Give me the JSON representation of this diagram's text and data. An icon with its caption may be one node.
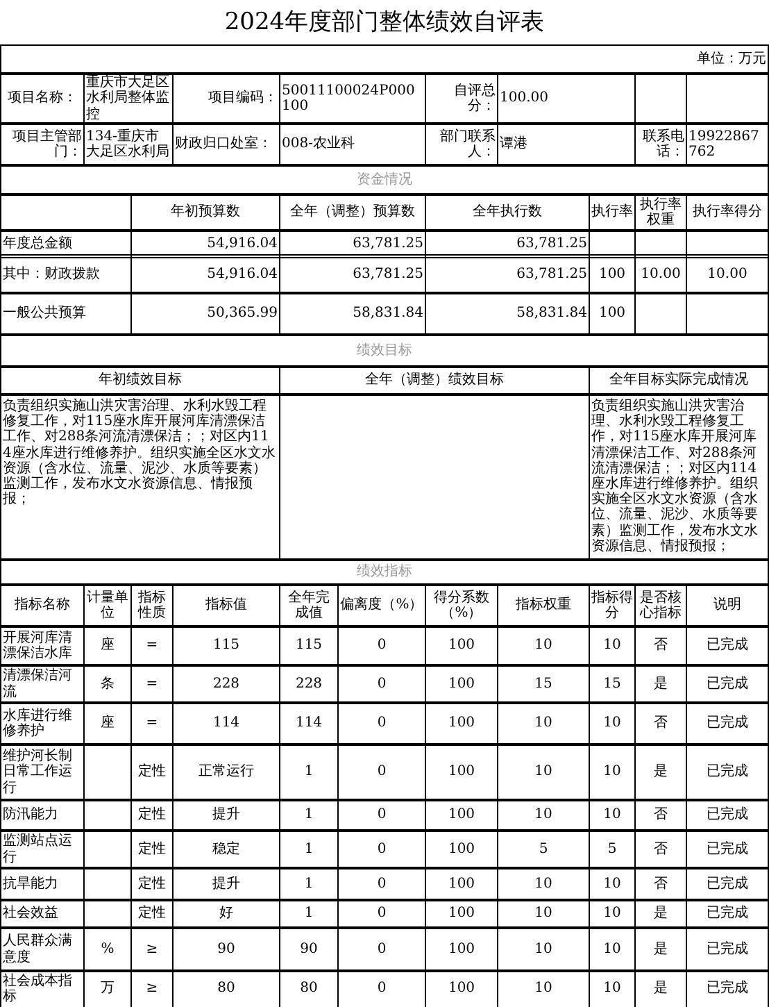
{
  "diagram": {
    "title": "2024年度部门整体绩效自评表",
    "labels": [
      "单位：万元",
      "项目名称：",
      "重庆市大足区水利局整体监控",
      "项目编码：",
      "50011100024P000100",
      "自评总分：",
      "100.00",
      "项目主管部门：",
      "134-重庆市大足区水利局",
      "财政归口处室：",
      "008-农业科",
      "部门联系人：",
      "谭港",
      "联系电话：",
      "19922867762",
      "资金情况",
      "年初预算数",
      "全年（调整）预算数",
      "全年执行数",
      "执行率",
      "执行率权重",
      "执行率得分",
      "年度总金额",
      "54,916.04",
      "63,781.25",
      "63,781.25",
      "其中：财政拨款",
      "54,916.04",
      "63,781.25",
      "63,781.25",
      "100",
      "10.00",
      "10.00",
      "一般公共预算",
      "50,365.99",
      "58,831.84",
      "58,831.84",
      "100",
      "绩效目标",
      "年初绩效目标",
      "全年（调整）绩效目标",
      "全年目标实际完成情况",
      "负责组织实施山洪灾害治理、水利水毁工程修复工作，对115座水库开展河库清漂保洁工作、对288条河流清漂保洁；；对区内114座水库进行维修养护。组织实施全区水文水资源（含水位、流量、泥沙、水质等要素）监测工作，发布水文水资源信息、情报预报；",
      "负责组织实施山洪灾害治理、水利水毁工程修复工作，对115座水库开展河库清漂保洁工作、对288条河流清漂保洁；；对区内114座水库进行维修养护。组织实施全区水文水资源（含水位、流量、泥沙、水质等要素）监测工作，发布水文水资源信息、情报预报；",
      "绩效指标",
      "指标名称",
      "计量单位",
      "指标性质",
      "指标值",
      "全年完成值",
      "偏离度（%）",
      "得分系数（%）",
      "指标权重",
      "指标得分",
      "是否核心指标",
      "说明",
      "开展河库清漂保洁水库",
      "座",
      "=",
      "115",
      "115",
      "0",
      "100",
      "10",
      "10",
      "否",
      "已完成",
      "清漂保洁河流",
      "条",
      "=",
      "228",
      "228",
      "0",
      "100",
      "15",
      "15",
      "是",
      "已完成",
      "水库进行维修养护",
      "座",
      "=",
      "114",
      "114",
      "0",
      "100",
      "10",
      "10",
      "否",
      "已完成",
      "维护河长制日常工作运行",
      "定性",
      "正常运行",
      "1",
      "0",
      "100",
      "10",
      "10",
      "是",
      "已完成",
      "防汛能力",
      "定性",
      "提升",
      "1",
      "0",
      "100",
      "10",
      "10",
      "否",
      "已完成",
      "监测站点运行",
      "定性",
      "稳定",
      "1",
      "0",
      "100",
      "5",
      "5",
      "否",
      "已完成",
      "抗旱能力",
      "定性",
      "提升",
      "1",
      "0",
      "100",
      "10",
      "10",
      "否",
      "已完成",
      "社会效益",
      "定性",
      "好",
      "1",
      "0",
      "100",
      "10",
      "10",
      "是",
      "已完成",
      "人民群众满意度",
      "%",
      "≥",
      "90",
      "90",
      "0",
      "100",
      "10",
      "10",
      "是",
      "已完成",
      "社会成本指标",
      "万",
      "≥",
      "80",
      "80",
      "0",
      "100",
      "10",
      "10",
      "是",
      "已完成"
    ]
  }
}
